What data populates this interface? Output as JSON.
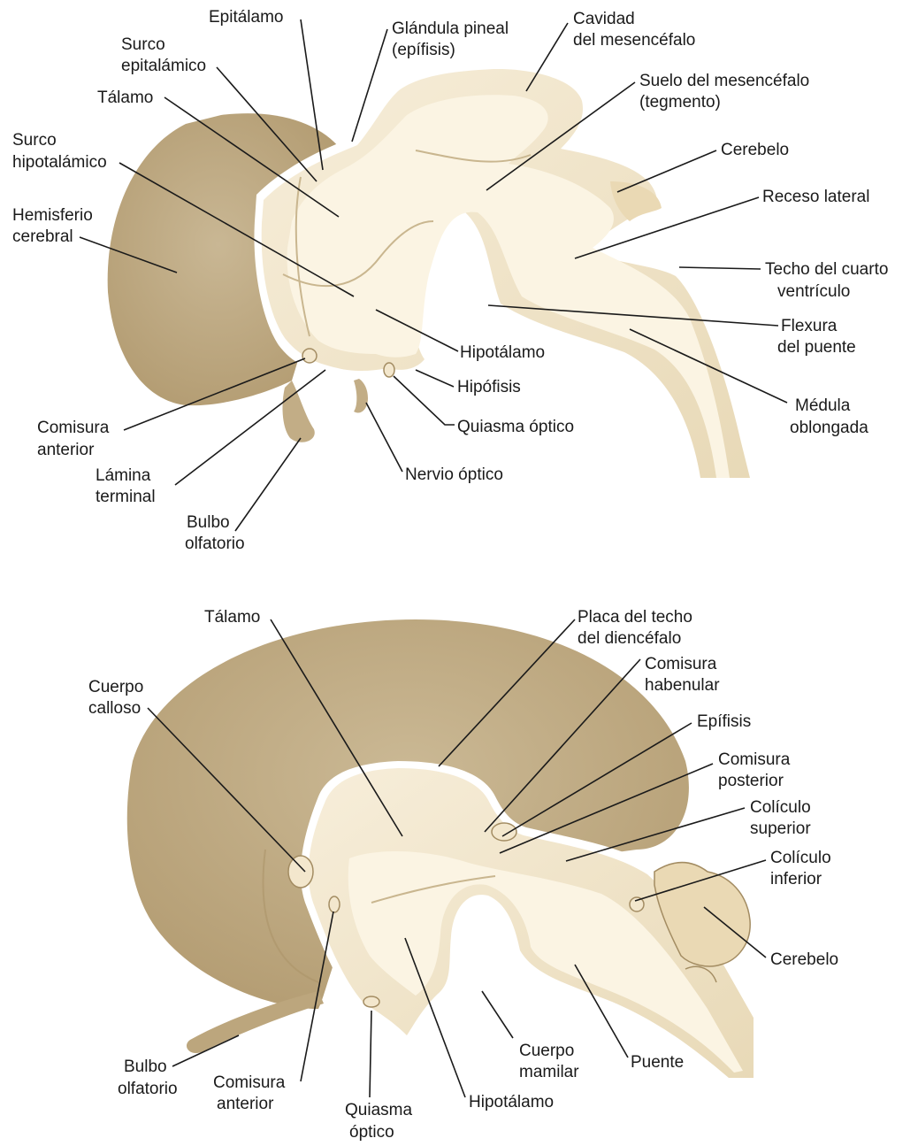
{
  "diagrams": [
    {
      "labels": [
        {
          "id": "epitalamo",
          "lines": [
            "Epitálamo"
          ]
        },
        {
          "id": "glandula-pineal",
          "lines": [
            "Glándula pineal",
            "(epífisis)"
          ]
        },
        {
          "id": "cavidad-mesencefalo",
          "lines": [
            "Cavidad",
            "del mesencéfalo"
          ]
        },
        {
          "id": "surco-epitalamico",
          "lines": [
            "Surco",
            "epitalámico"
          ]
        },
        {
          "id": "suelo-mesencefalo",
          "lines": [
            "Suelo del mesencéfalo",
            "(tegmento)"
          ]
        },
        {
          "id": "talamo",
          "lines": [
            "Tálamo"
          ]
        },
        {
          "id": "surco-hipotalamico",
          "lines": [
            "Surco",
            "hipotalámico"
          ]
        },
        {
          "id": "cerebelo",
          "lines": [
            "Cerebelo"
          ]
        },
        {
          "id": "receso-lateral",
          "lines": [
            "Receso lateral"
          ]
        },
        {
          "id": "hemisferio-cerebral",
          "lines": [
            "Hemisferio",
            "cerebral"
          ]
        },
        {
          "id": "techo-cuarto-ventriculo",
          "lines": [
            "Techo del cuarto",
            "ventrículo"
          ]
        },
        {
          "id": "flexura-puente",
          "lines": [
            "Flexura",
            "del puente"
          ]
        },
        {
          "id": "hipotalamo",
          "lines": [
            "Hipotálamo"
          ]
        },
        {
          "id": "hipofisis",
          "lines": [
            "Hipófisis"
          ]
        },
        {
          "id": "medula-oblongada",
          "lines": [
            "Médula",
            "oblongada"
          ]
        },
        {
          "id": "comisura-anterior",
          "lines": [
            "Comisura",
            "anterior"
          ]
        },
        {
          "id": "quiasma-optico",
          "lines": [
            "Quiasma óptico"
          ]
        },
        {
          "id": "lamina-terminal",
          "lines": [
            "Lámina",
            "terminal"
          ]
        },
        {
          "id": "nervio-optico",
          "lines": [
            "Nervio óptico"
          ]
        },
        {
          "id": "bulbo-olfatorio",
          "lines": [
            "Bulbo",
            "olfatorio"
          ]
        }
      ]
    },
    {
      "labels": [
        {
          "id": "talamo",
          "lines": [
            "Tálamo"
          ]
        },
        {
          "id": "placa-techo-diencefalo",
          "lines": [
            "Placa del techo",
            "del diencéfalo"
          ]
        },
        {
          "id": "comisura-habenular",
          "lines": [
            "Comisura",
            "habenular"
          ]
        },
        {
          "id": "cuerpo-calloso",
          "lines": [
            "Cuerpo",
            "calloso"
          ]
        },
        {
          "id": "epifisis",
          "lines": [
            "Epífisis"
          ]
        },
        {
          "id": "comisura-posterior",
          "lines": [
            "Comisura",
            "posterior"
          ]
        },
        {
          "id": "coliculo-superior",
          "lines": [
            "Colículo",
            "superior"
          ]
        },
        {
          "id": "coliculo-inferior",
          "lines": [
            "Colículo",
            "inferior"
          ]
        },
        {
          "id": "cerebelo",
          "lines": [
            "Cerebelo"
          ]
        },
        {
          "id": "cuerpo-mamilar",
          "lines": [
            "Cuerpo",
            "mamilar"
          ]
        },
        {
          "id": "puente",
          "lines": [
            "Puente"
          ]
        },
        {
          "id": "bulbo-olfatorio",
          "lines": [
            "Bulbo",
            "olfatorio"
          ]
        },
        {
          "id": "comisura-anterior",
          "lines": [
            "Comisura",
            "anterior"
          ]
        },
        {
          "id": "hipotalamo",
          "lines": [
            "Hipotálamo"
          ]
        },
        {
          "id": "quiasma-optico",
          "lines": [
            "Quiasma",
            "óptico"
          ]
        }
      ]
    }
  ]
}
